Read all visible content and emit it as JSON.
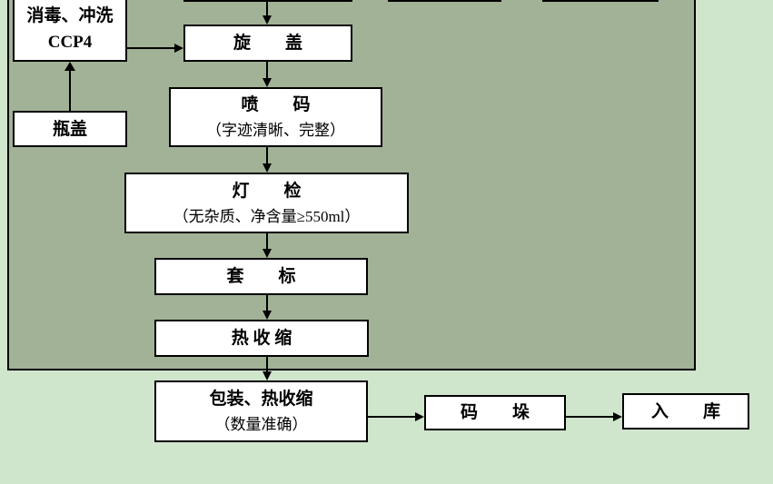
{
  "page": {
    "background_color": "#cfe5cc",
    "panel_color": "#a2b296",
    "box_color": "#ffffff",
    "line_color": "#000000"
  },
  "nodes": {
    "disinfect": {
      "title": "消毒、冲洗",
      "subtitle": "CCP4"
    },
    "bottle_cap": {
      "title": "瓶盖"
    },
    "screw_cap": {
      "title": "旋　　盖"
    },
    "ink_coding": {
      "title": "喷　　码",
      "note": "（字迹清晰、完整）"
    },
    "light_inspection": {
      "title": "灯　　检",
      "note": "（无杂质、净含量≥550ml）"
    },
    "sleeve_labeling": {
      "title": "套　　标"
    },
    "heat_shrink": {
      "title": "热 收 缩"
    },
    "packing": {
      "title": "包装、热收缩",
      "note": "（数量准确）"
    },
    "palletizing": {
      "title": "码　　垛"
    },
    "warehousing": {
      "title": "入　　库"
    }
  }
}
